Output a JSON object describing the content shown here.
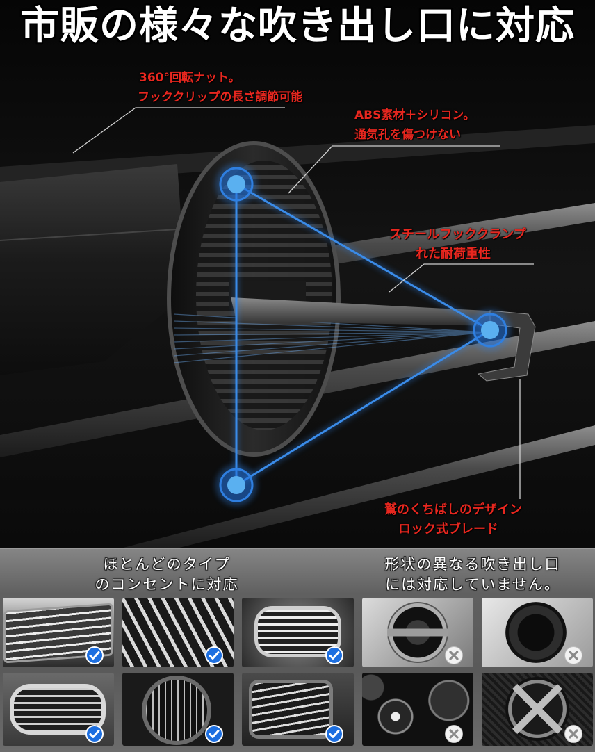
{
  "title": "市販の様々な吹き出し口に対応",
  "colors": {
    "annotation_text": "#e8271f",
    "highlight_line": "#2f7fe0",
    "highlight_dot": "#5ab0f0",
    "check_mark": "#1d6fe0",
    "x_mark": "#8a8a8a"
  },
  "annotations": [
    {
      "lines": [
        "360°回転ナット。",
        "フッククリップの長さ調節可能"
      ]
    },
    {
      "lines": [
        "ABS素材＋シリコン。",
        "通気孔を傷つけない"
      ]
    },
    {
      "lines": [
        "スチールフッククランプ",
        "れた耐荷重性"
      ]
    },
    {
      "lines": [
        "鷲のくちばしのデザイン",
        "ロック式ブレード"
      ]
    }
  ],
  "compatibility": {
    "supported_heading": [
      "ほとんどのタイプ",
      "のコンセントに対応"
    ],
    "unsupported_heading": [
      "形状の異なる吹き出し口",
      "には対応していません。"
    ],
    "thumbnails": [
      {
        "mark": "check-icon"
      },
      {
        "mark": "check-icon"
      },
      {
        "mark": "check-icon"
      },
      {
        "mark": "x-icon"
      },
      {
        "mark": "x-icon"
      },
      {
        "mark": "check-icon"
      },
      {
        "mark": "check-icon"
      },
      {
        "mark": "check-icon"
      },
      {
        "mark": "x-icon"
      },
      {
        "mark": "x-icon"
      }
    ]
  }
}
